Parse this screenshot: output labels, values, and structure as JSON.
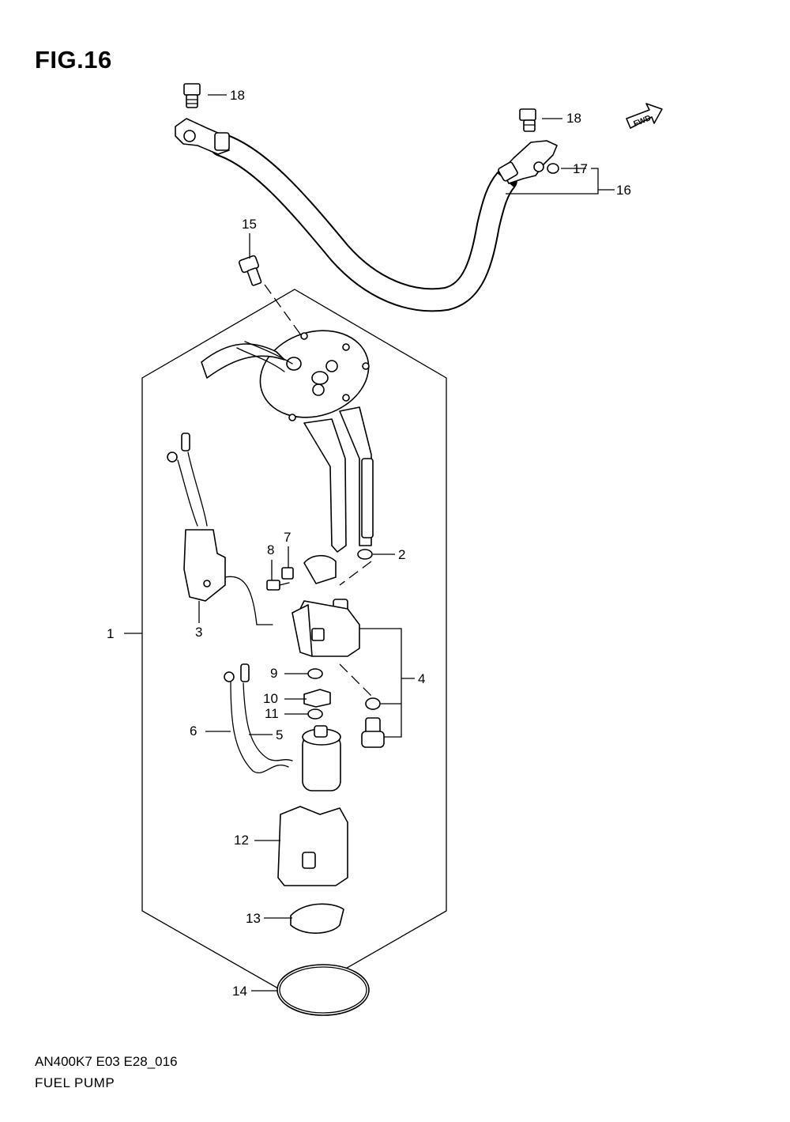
{
  "figure": {
    "title": "FIG.16",
    "model_code": "AN400K7 E03 E28_016",
    "name": "FUEL PUMP",
    "fwd_label": "FWD"
  },
  "callouts": [
    {
      "id": "c1",
      "text": "1"
    },
    {
      "id": "c2",
      "text": "2"
    },
    {
      "id": "c3",
      "text": "3"
    },
    {
      "id": "c4",
      "text": "4"
    },
    {
      "id": "c5",
      "text": "5"
    },
    {
      "id": "c6",
      "text": "6"
    },
    {
      "id": "c7",
      "text": "7"
    },
    {
      "id": "c8",
      "text": "8"
    },
    {
      "id": "c9",
      "text": "9"
    },
    {
      "id": "c10",
      "text": "10"
    },
    {
      "id": "c11",
      "text": "11"
    },
    {
      "id": "c12",
      "text": "12"
    },
    {
      "id": "c13",
      "text": "13"
    },
    {
      "id": "c14",
      "text": "14"
    },
    {
      "id": "c15",
      "text": "15"
    },
    {
      "id": "c16",
      "text": "16"
    },
    {
      "id": "c17",
      "text": "17"
    },
    {
      "id": "c18a",
      "text": "18"
    },
    {
      "id": "c18b",
      "text": "18"
    }
  ]
}
